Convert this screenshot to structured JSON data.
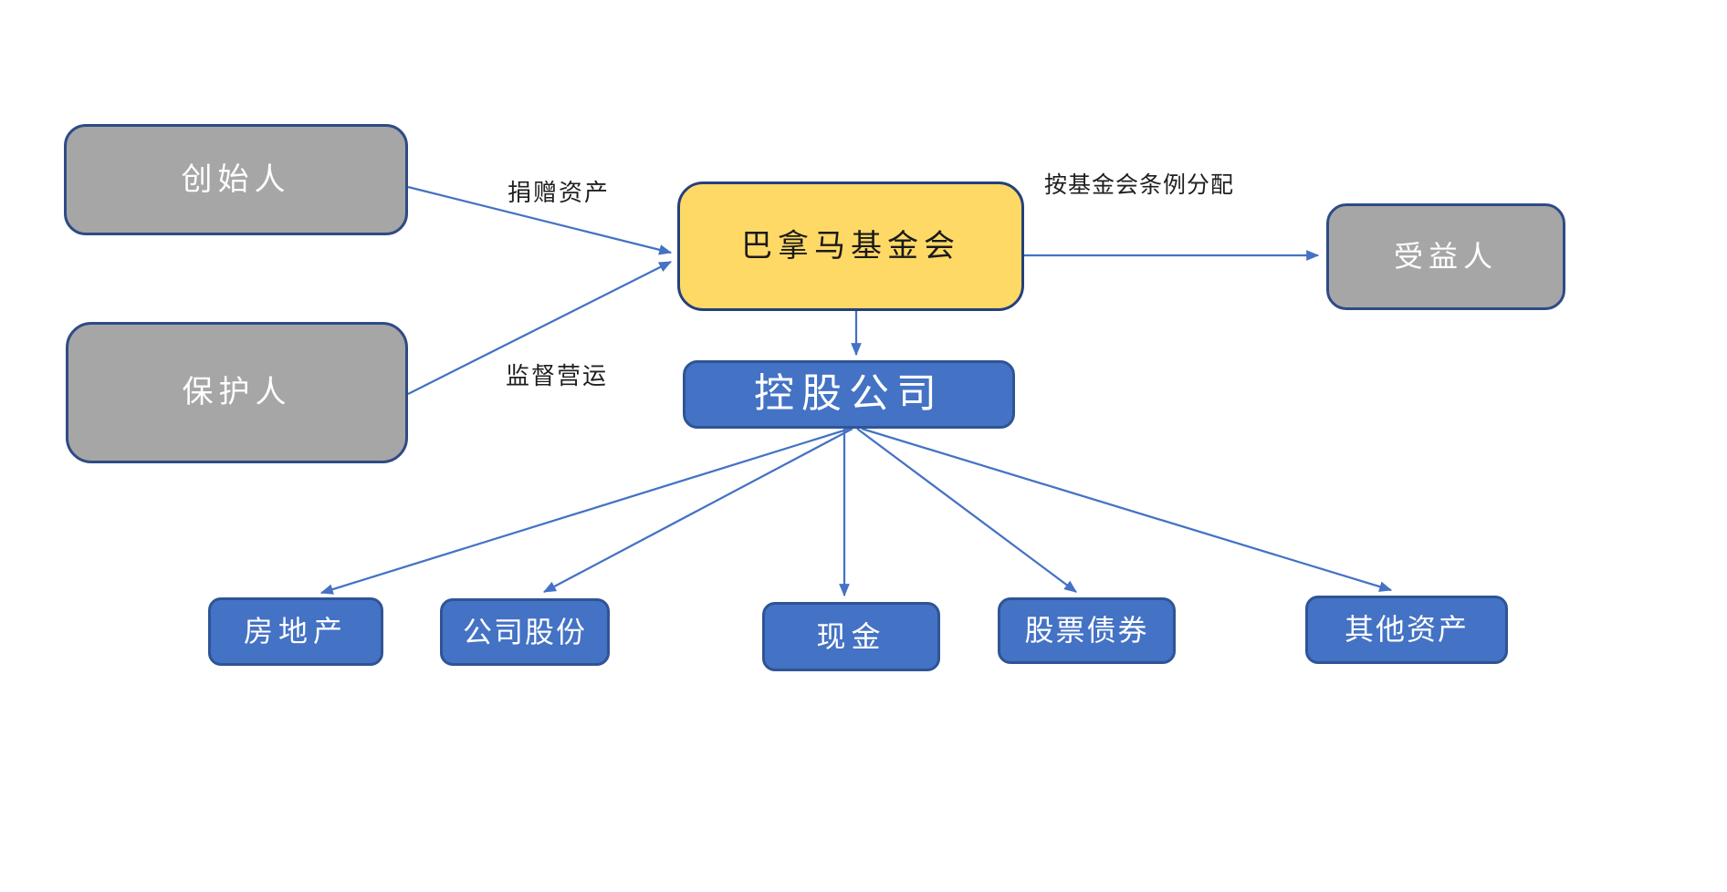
{
  "nodes": {
    "founder": {
      "label": "创始人"
    },
    "protector": {
      "label": "保护人"
    },
    "foundation": {
      "label": "巴拿马基金会"
    },
    "beneficiary": {
      "label": "受益人"
    },
    "holding_company": {
      "label": "控股公司"
    },
    "real_estate": {
      "label": "房地产"
    },
    "company_shares": {
      "label": "公司股份"
    },
    "cash": {
      "label": "现金"
    },
    "stocks_bonds": {
      "label": "股票债券"
    },
    "other_assets": {
      "label": "其他资产"
    }
  },
  "edges": {
    "founder_to_foundation": {
      "label": "捐赠资产"
    },
    "protector_to_foundation": {
      "label": "监督营运"
    },
    "foundation_to_beneficiary": {
      "label": "按基金会条例分配"
    }
  },
  "colors": {
    "gray_node_fill": "#A6A6A6",
    "yellow_node_fill": "#FFD966",
    "blue_node_fill": "#4472C4",
    "node_border": "#2E4B85",
    "arrow": "#4472C4",
    "edge_label_text": "#1F1F1F",
    "node_text_light": "#FFFFFF",
    "node_text_dark": "#1A1A1A",
    "background": "#FFFFFF"
  }
}
